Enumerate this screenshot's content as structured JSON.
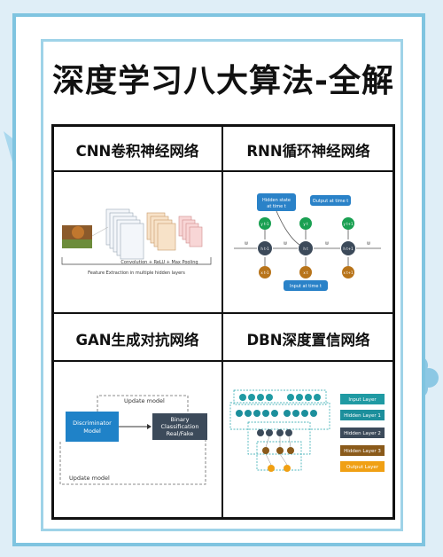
{
  "title": "深度学习八大算法-全解",
  "cells": {
    "cnn": {
      "heading": "CNN卷积神经网络",
      "ops_label": "Convolution + ReLU + Max Pooling",
      "caption": "Feature Extraction in multiple hidden layers"
    },
    "rnn": {
      "heading": "RNN循环神经网络",
      "hidden_state_label_1": "Hidden state",
      "hidden_state_label_2": "at time t",
      "output_label": "Output at time t",
      "input_label": "Input at time t",
      "nodes": {
        "y_prev": "y t-1",
        "y": "y t",
        "y_next": "y t+1",
        "h_prev": "h t-1",
        "h": "h t",
        "h_next": "h t+1",
        "x_prev": "x t-1",
        "x": "x t",
        "x_next": "x t+1"
      },
      "weight_label": "W"
    },
    "gan": {
      "heading": "GAN生成对抗网络",
      "update_top": "Update model",
      "update_bottom": "Update model",
      "discriminator_1": "Discriminator",
      "discriminator_2": "Model",
      "binary_1": "Binary",
      "binary_2": "Classification",
      "binary_3": "Real/Fake"
    },
    "dbn": {
      "heading": "DBN深度置信网络",
      "legend": [
        "Input Layer",
        "Hidden Layer 1",
        "Hidden Layer 2",
        "Hidden Layer 3",
        "Output Layer"
      ],
      "legend_colors": [
        "#1f9aa3",
        "#1c8f9c",
        "#3c4a5a",
        "#8a5a1a",
        "#f0a014"
      ]
    }
  }
}
